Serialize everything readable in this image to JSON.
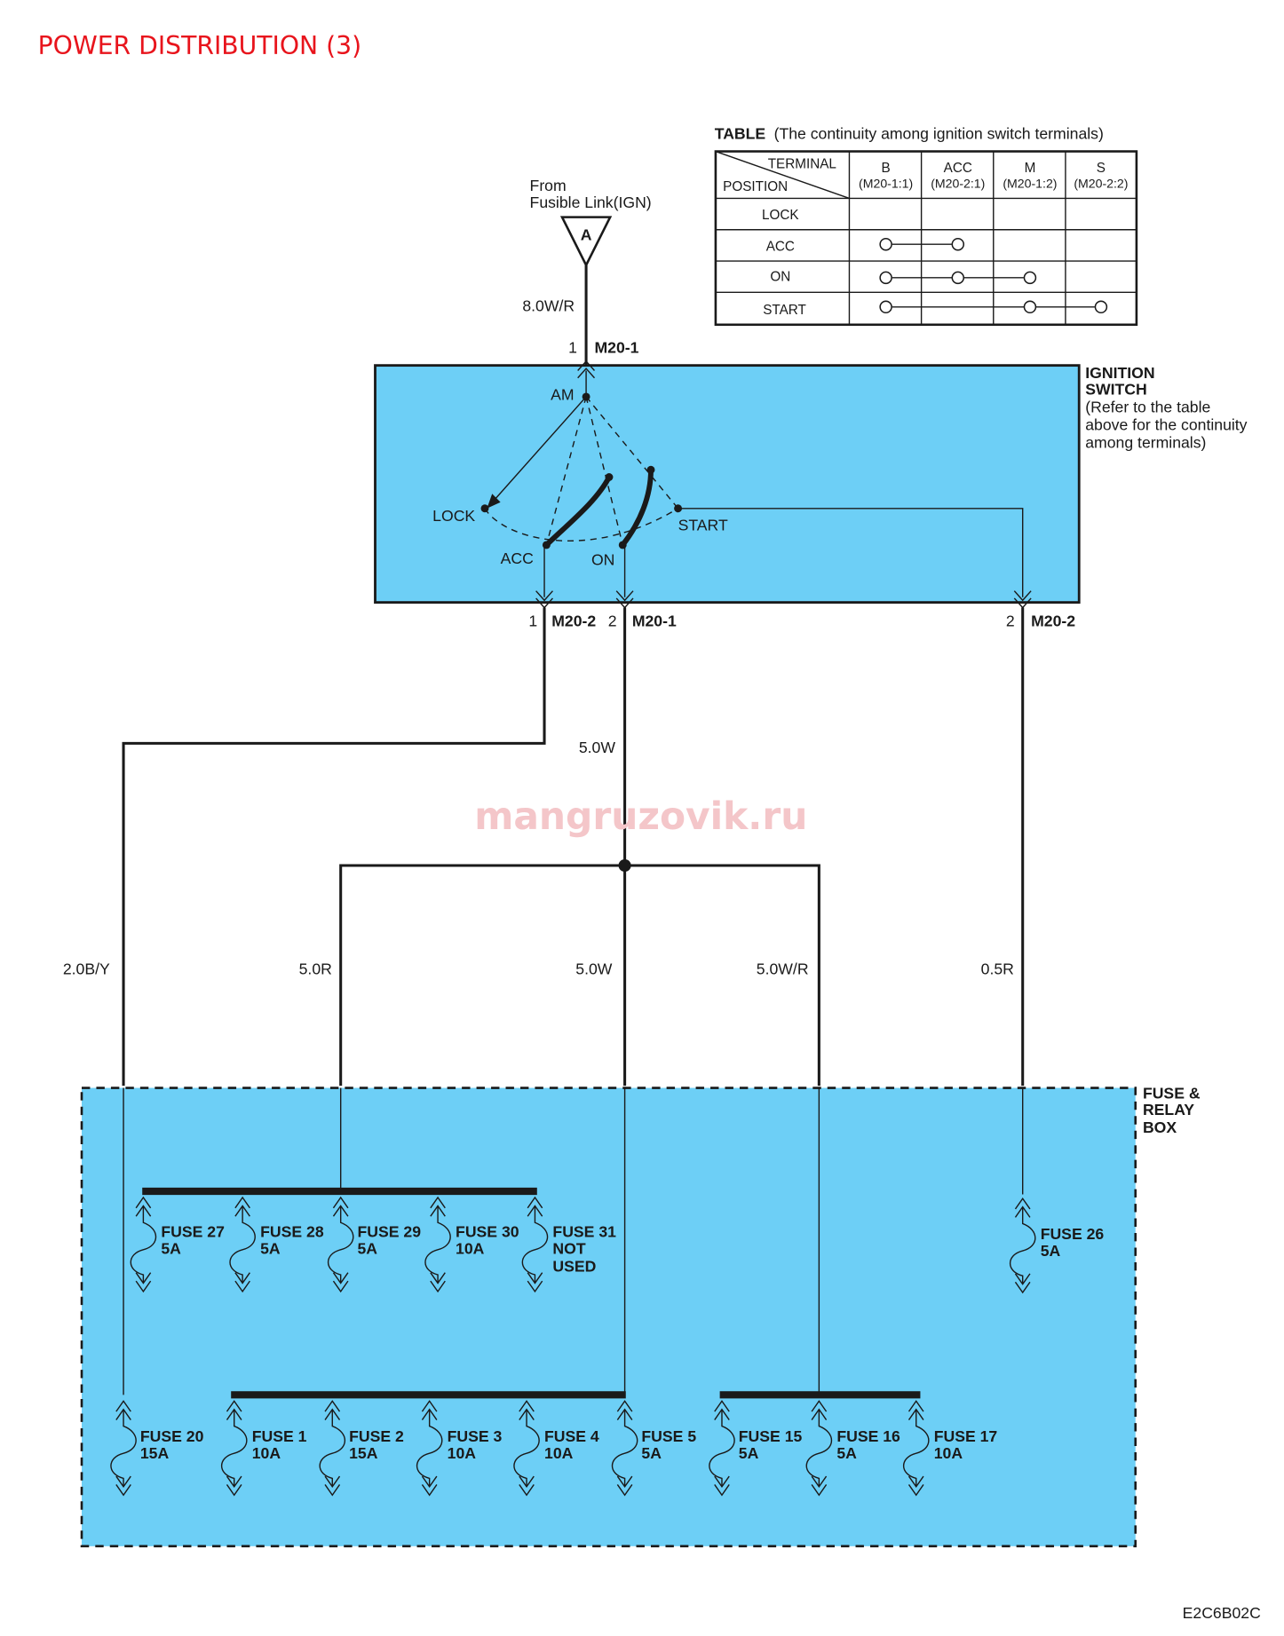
{
  "title": "POWER DISTRIBUTION (3)",
  "watermark": "mangruzovik.ru",
  "figure_code": "E2C6B02C",
  "source": {
    "label_line1": "From",
    "label_line2": "Fusible Link(IGN)",
    "connector": "A",
    "wire": "8.0W/R",
    "pin": "1",
    "conn": "M20-1"
  },
  "table": {
    "title_bold": "TABLE",
    "title_rest": "(The continuity among ignition switch terminals)",
    "header_terminal": "TERMINAL",
    "header_position": "POSITION",
    "columns": [
      {
        "name": "B",
        "sub": "(M20-1:1)"
      },
      {
        "name": "ACC",
        "sub": "(M20-2:1)"
      },
      {
        "name": "M",
        "sub": "(M20-1:2)"
      },
      {
        "name": "S",
        "sub": "(M20-2:2)"
      }
    ],
    "rows": [
      "LOCK",
      "ACC",
      "ON",
      "START"
    ]
  },
  "ignition_switch": {
    "name_line1": "IGNITION",
    "name_line2": "SWITCH",
    "note_line1": "(Refer to the table",
    "note_line2": "above for the continuity",
    "note_line3": "among terminals)",
    "am": "AM",
    "lock": "LOCK",
    "acc": "ACC",
    "on": "ON",
    "start": "START"
  },
  "outputs": [
    {
      "pin": "1",
      "conn": "M20-2"
    },
    {
      "pin": "2",
      "conn": "M20-1"
    },
    {
      "pin": "2",
      "conn": "M20-2"
    }
  ],
  "wires": {
    "on_trunk": "5.0W",
    "acc_branch": "2.0B/Y",
    "left_branch": "5.0R",
    "mid_branch": "5.0W",
    "right_branch": "5.0W/R",
    "start_branch": "0.5R"
  },
  "fuse_box": {
    "line1": "FUSE &",
    "line2": "RELAY",
    "line3": "BOX"
  },
  "fuses_top": [
    {
      "name": "FUSE 27",
      "rating": "5A",
      "extra": ""
    },
    {
      "name": "FUSE 28",
      "rating": "5A",
      "extra": ""
    },
    {
      "name": "FUSE 29",
      "rating": "5A",
      "extra": ""
    },
    {
      "name": "FUSE 30",
      "rating": "10A",
      "extra": ""
    },
    {
      "name": "FUSE 31",
      "rating": "NOT",
      "extra": "USED"
    }
  ],
  "fuse_26": {
    "name": "FUSE 26",
    "rating": "5A"
  },
  "fuses_bottom": [
    {
      "name": "FUSE 20",
      "rating": "15A"
    },
    {
      "name": "FUSE 1",
      "rating": "10A"
    },
    {
      "name": "FUSE 2",
      "rating": "15A"
    },
    {
      "name": "FUSE 3",
      "rating": "10A"
    },
    {
      "name": "FUSE 4",
      "rating": "10A"
    },
    {
      "name": "FUSE 5",
      "rating": "5A"
    },
    {
      "name": "FUSE 15",
      "rating": "5A"
    },
    {
      "name": "FUSE 16",
      "rating": "5A"
    },
    {
      "name": "FUSE 17",
      "rating": "10A"
    }
  ],
  "colors": {
    "panel": "#6dcff6",
    "title": "#e8141c"
  }
}
